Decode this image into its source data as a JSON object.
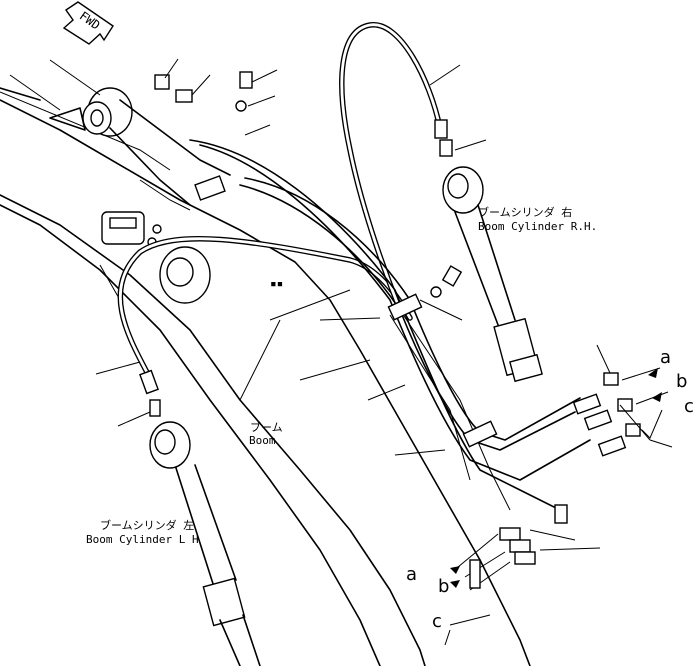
{
  "direction_marker": {
    "text": "FWD"
  },
  "labels": {
    "boom_jp": "ブーム",
    "boom_en": "Boom",
    "cyl_rh_jp": "ブームシリンダ 右",
    "cyl_rh_en": "Boom Cylinder R.H.",
    "cyl_lh_jp": "ブームシリンダ 左",
    "cyl_lh_en": "Boom Cylinder L H"
  },
  "references": {
    "right": [
      "a",
      "b",
      "c"
    ],
    "bottom": [
      "a",
      "b",
      "c"
    ]
  }
}
